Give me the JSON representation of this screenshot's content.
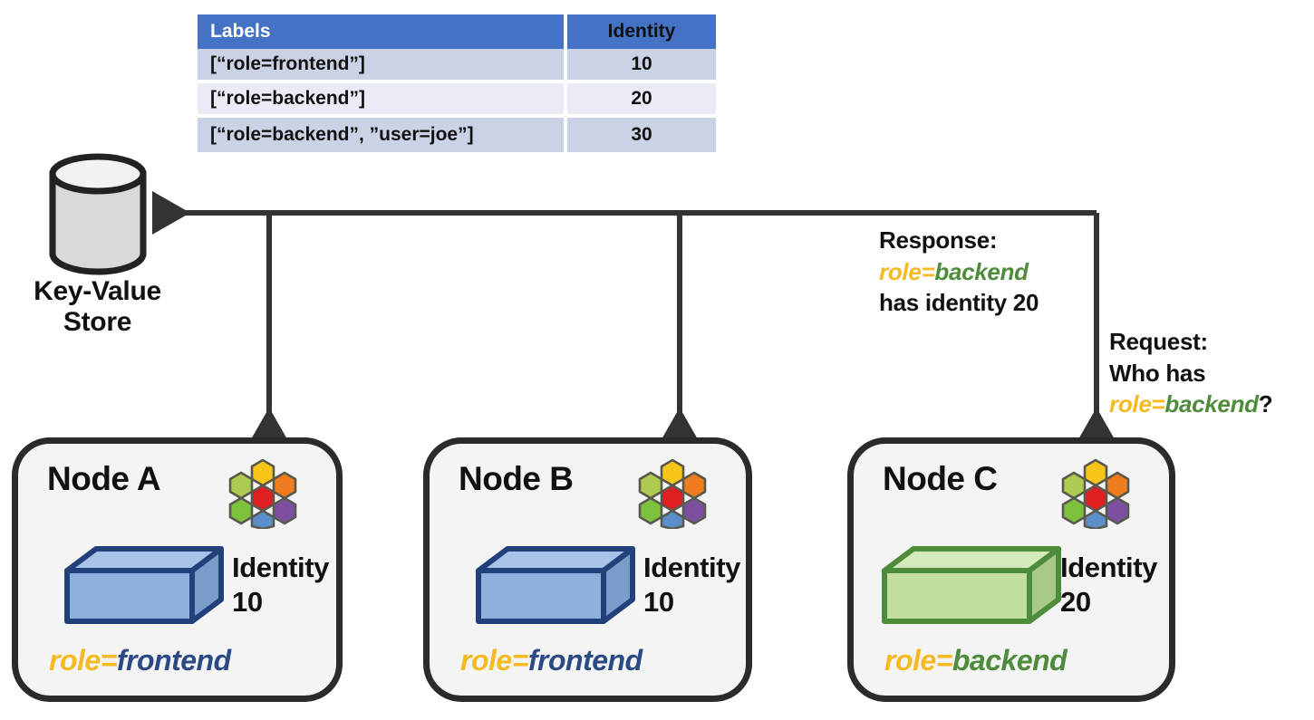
{
  "table": {
    "headers": [
      "Labels",
      "Identity"
    ],
    "rows": [
      {
        "labels": "[“role=frontend”]",
        "identity": "10"
      },
      {
        "labels": "[“role=backend”]",
        "identity": "20"
      },
      {
        "labels": "[“role=backend”, ”user=joe”]",
        "identity": "30"
      }
    ]
  },
  "kv_store": {
    "label": "Key-Value\nStore",
    "line1": "Key-Value",
    "line2": "Store"
  },
  "nodes": [
    {
      "title": "Node A",
      "identity_label": "Identity",
      "identity_value": "10",
      "role_key": "role",
      "role_eq": "=",
      "role_value": "frontend",
      "box_color": "#8fafdc",
      "logo": "hexagon-cluster-icon"
    },
    {
      "title": "Node B",
      "identity_label": "Identity",
      "identity_value": "10",
      "role_key": "role",
      "role_eq": "=",
      "role_value": "frontend",
      "box_color": "#8fafdc",
      "logo": "hexagon-cluster-icon"
    },
    {
      "title": "Node C",
      "identity_label": "Identity",
      "identity_value": "20",
      "role_key": "role",
      "role_eq": "=",
      "role_value": "backend",
      "box_color": "#c3dfa0",
      "logo": "hexagon-cluster-icon"
    }
  ],
  "annotations": {
    "response": {
      "line1": "Response:",
      "kv_key": "role",
      "kv_eq": "=",
      "kv_value": "backend",
      "line3": "has identity 20"
    },
    "request": {
      "line1": "Request:",
      "line2": "Who has",
      "kv_key": "role",
      "kv_eq": "=",
      "kv_value": "backend",
      "suffix": "?"
    }
  },
  "colors": {
    "table_header_blue": "#4472c4",
    "row_odd": "#ccd2e6",
    "row_even": "#eaecf5",
    "wire": "#333333",
    "role_key_yellow": "#f5b921",
    "frontend_blue": "#2a4a86",
    "backend_green": "#4e8b3a",
    "box_blue_fill": "#8fafdc",
    "box_blue_edge": "#22407a",
    "box_green_fill": "#c3dfa0",
    "box_green_edge": "#4e8b3a",
    "card_border": "#2b2b2b",
    "card_fill": "#f4f4f4",
    "cylinder_fill": "#d9d9d9"
  },
  "hex_logo_colors": {
    "top": "#f5c518",
    "upper_left": "#aecb4f",
    "upper_right": "#ef7d1f",
    "center": "#e01f22",
    "lower_left": "#7cc23c",
    "lower_right": "#7d4fa0",
    "bottom": "#5b8fc9",
    "outline": "#59594f"
  }
}
